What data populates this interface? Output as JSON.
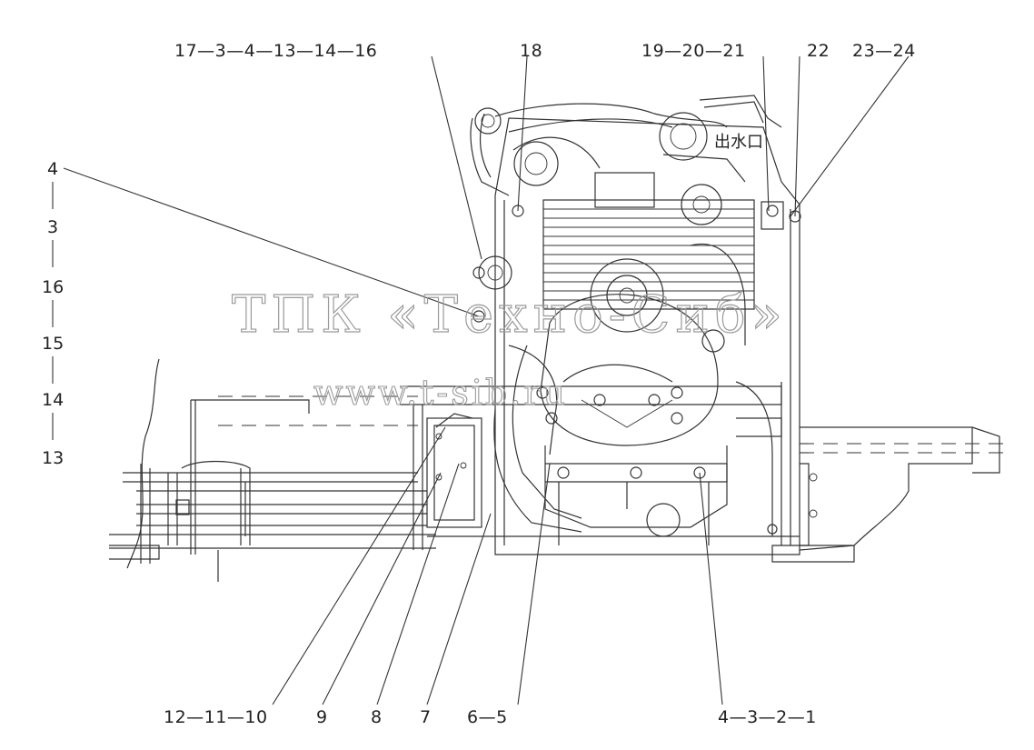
{
  "diagram": {
    "top_left_group": "17—3—4—13—14—16",
    "top_item_18": "18",
    "top_mid_group": "19—20—21",
    "top_item_22": "22",
    "top_right_group": "23—24",
    "left_vertical": [
      "4",
      "3",
      "16",
      "15",
      "14",
      "13"
    ],
    "bottom_left_group": "12—11—10",
    "bottom_item_9": "9",
    "bottom_item_8": "8",
    "bottom_item_7": "7",
    "bottom_group_6_5": "6—5",
    "bottom_right_group": "4—3—2—1",
    "outlet_label": "出水口",
    "watermark_title": "ТПК «Техно-Сиб»",
    "watermark_url": "www.t-sib.ru"
  }
}
